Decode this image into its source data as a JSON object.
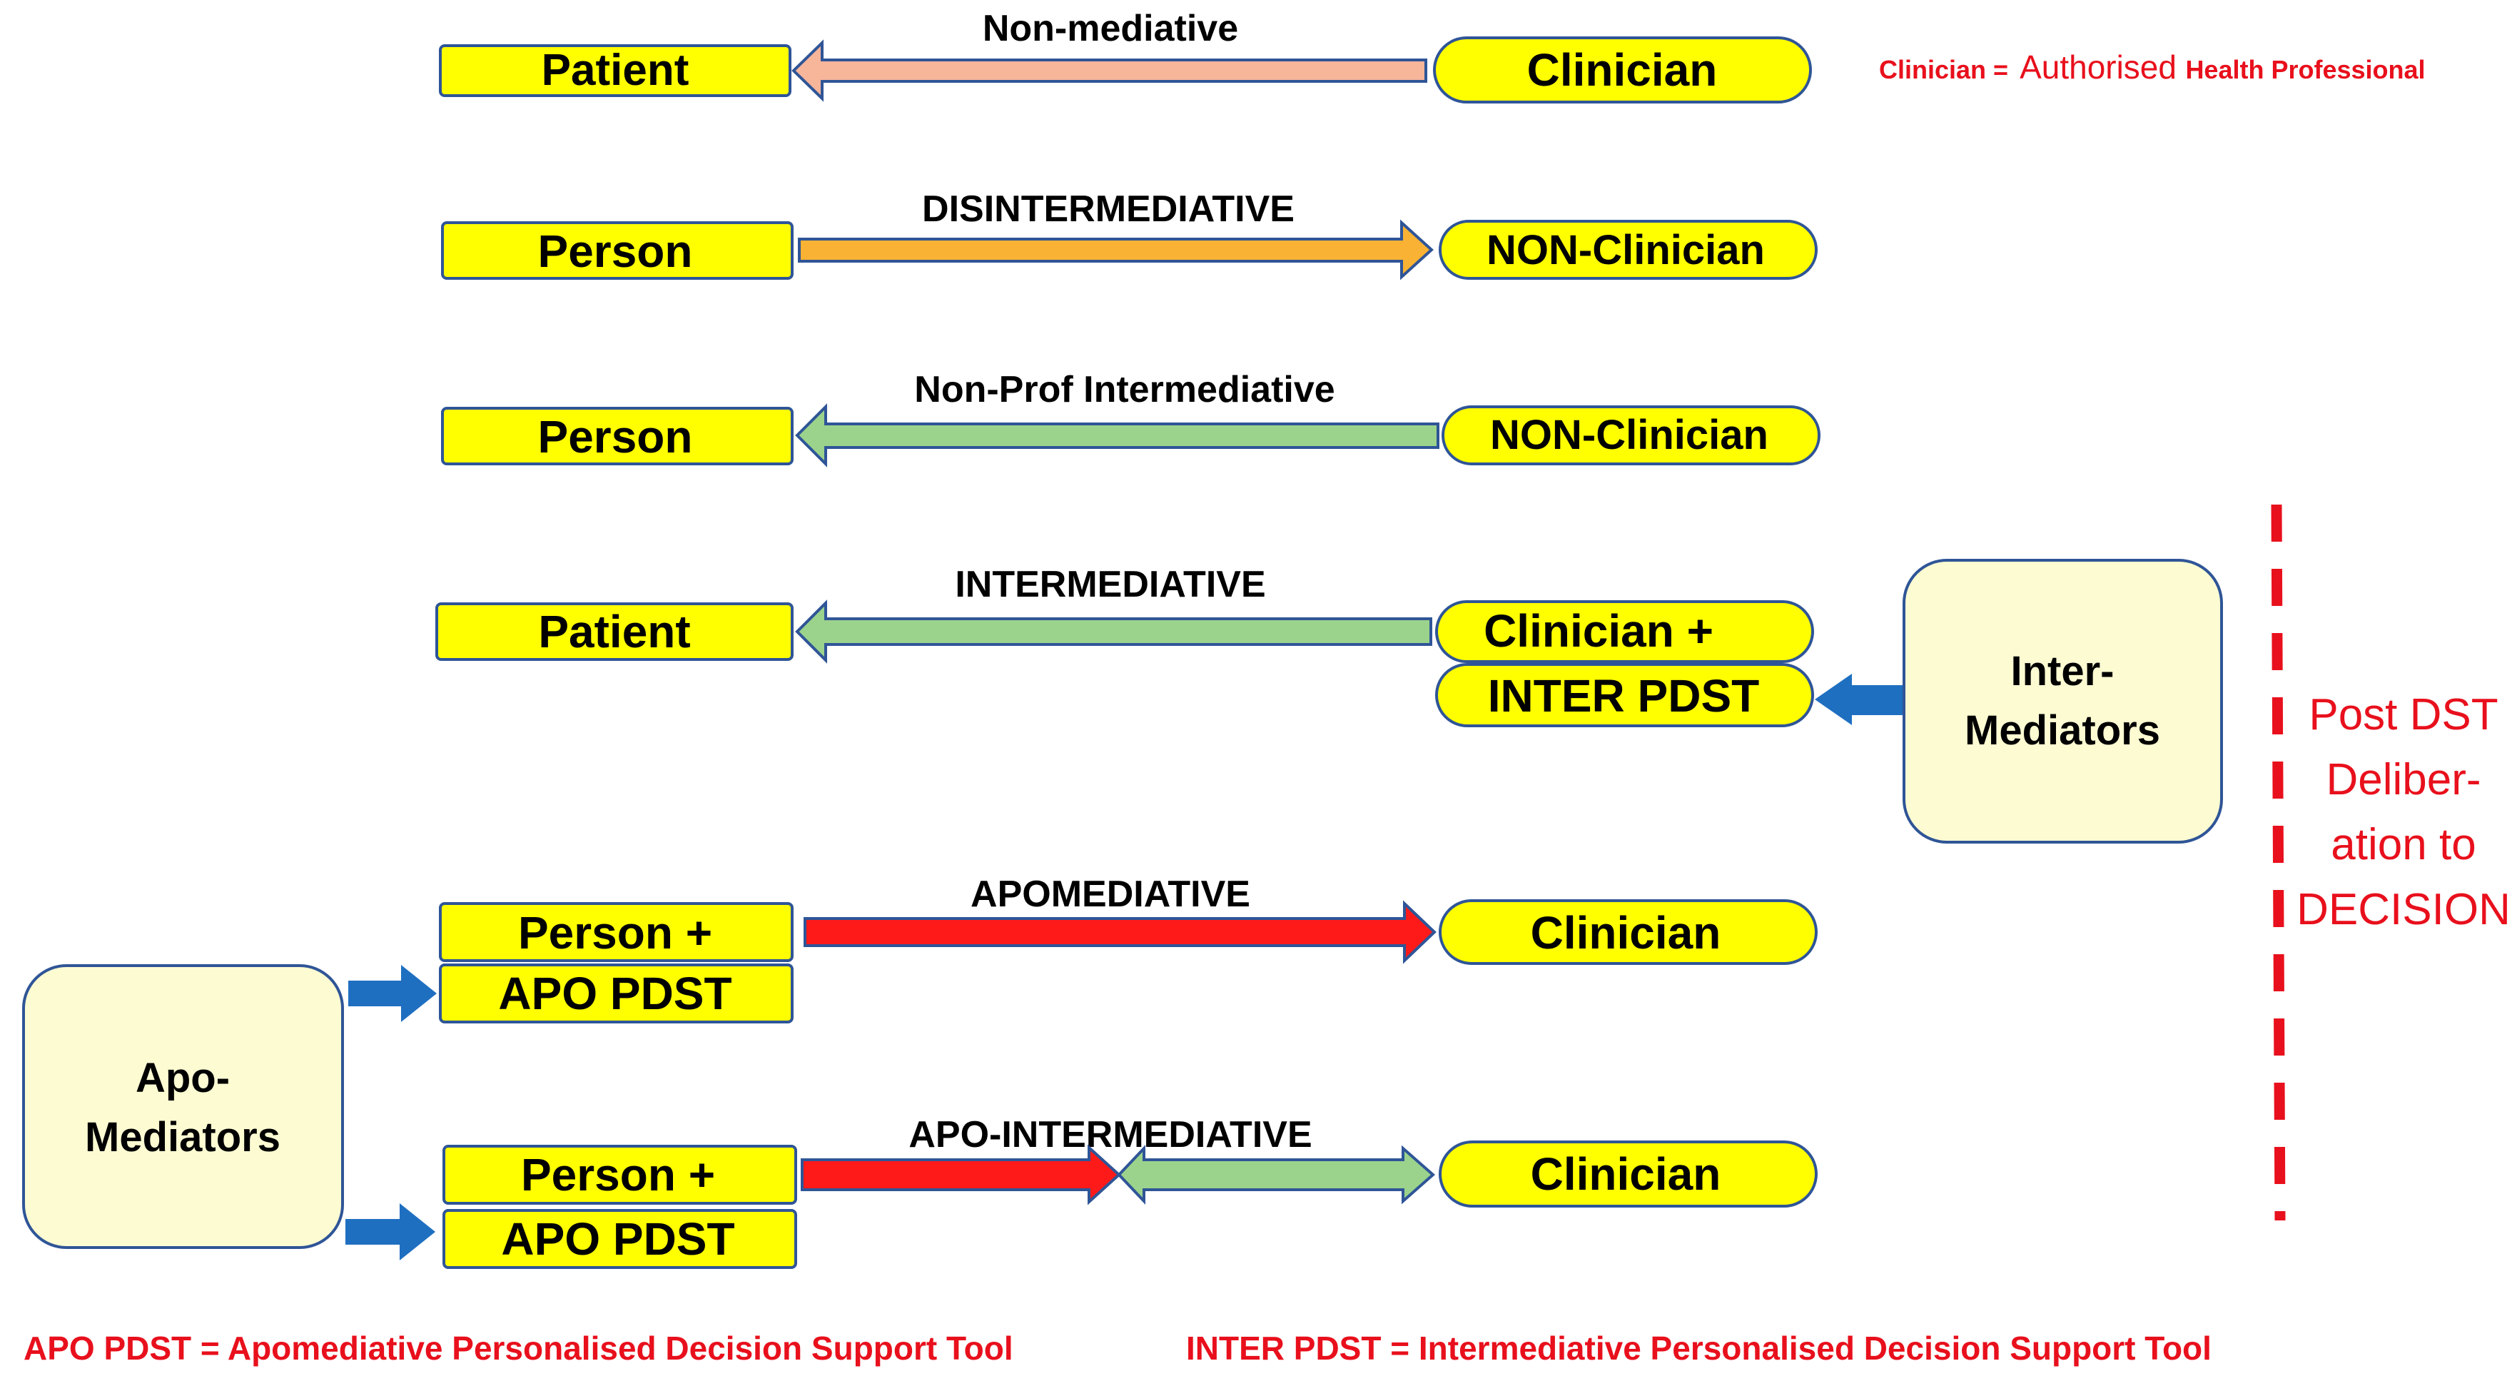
{
  "legend_top": {
    "prefix": "Clinician = ",
    "word1": "Authorised",
    "rest": "Health Professional"
  },
  "rows": {
    "r1": {
      "left": "Patient",
      "right": "Clinician",
      "label": "Non-mediative",
      "arrow_color": "#f7b59a",
      "direction": "left"
    },
    "r2": {
      "left": "Person",
      "right": "NON-Clinician",
      "label": "DISINTERMEDIATIVE",
      "arrow_color": "#f9b233",
      "direction": "right"
    },
    "r3": {
      "left": "Person",
      "right": "NON-Clinician",
      "label": "Non-Prof Intermediative",
      "arrow_color": "#9bd38c",
      "direction": "left"
    },
    "r4": {
      "left": "Patient",
      "right_top": "Clinician +",
      "right_bottom": "INTER PDST",
      "label": "INTERMEDIATIVE",
      "arrow_color": "#9bd38c",
      "direction": "left"
    },
    "r5": {
      "left_top": "Person +",
      "left_bottom": "APO PDST",
      "right": "Clinician",
      "label": "APOMEDIATIVE",
      "arrow_color": "#ff1a1a",
      "direction": "right"
    },
    "r6": {
      "left_top": "Person +",
      "left_bottom": "APO PDST",
      "right": "Clinician",
      "label": "APO-INTERMEDIATIVE",
      "arrow_colors": [
        "#ff1a1a",
        "#9bd38c"
      ],
      "direction": "both"
    }
  },
  "inter_mediators": {
    "line1": "Inter-",
    "line2": "Mediators"
  },
  "apo_mediators": {
    "line1": "Apo-",
    "line2": "Mediators"
  },
  "post_dst": {
    "lines": [
      "Post DST",
      "Deliber-",
      "ation to",
      "DECISION"
    ]
  },
  "footer": {
    "apo": "APO PDST =  Apomediative Personalised Decision Support Tool",
    "inter": "INTER PDST = Intermediative Personalised Decision Support Tool"
  },
  "colors": {
    "box_fill": "#ffff00",
    "box_stroke": "#2f5597",
    "mediator_fill": "#fdfbd2",
    "blue_arrow": "#1f6fc1",
    "red_text": "#e8101c"
  }
}
